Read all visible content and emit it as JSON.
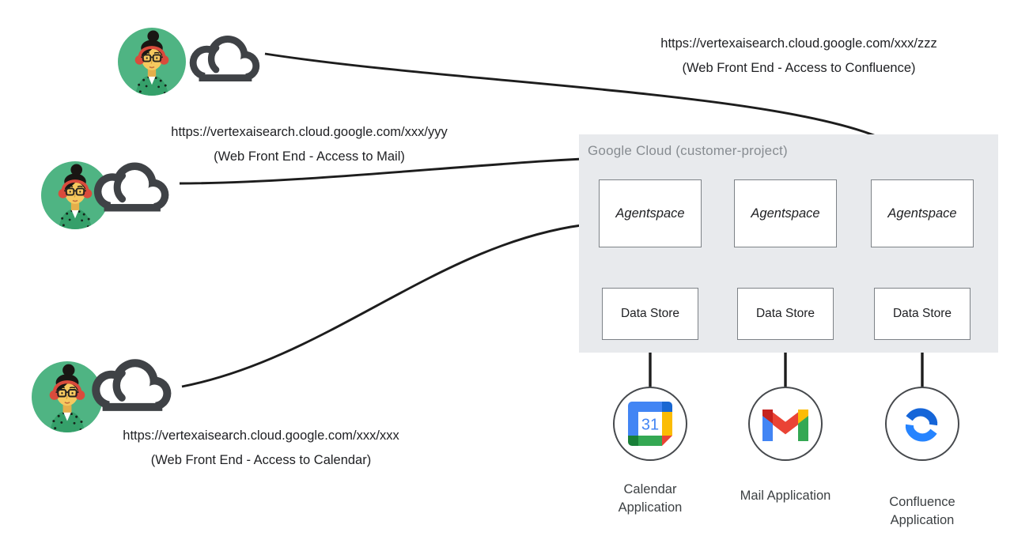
{
  "access_links": [
    {
      "id": "confluence",
      "url": "https://vertexaisearch.cloud.google.com/xxx/zzz",
      "caption": "(Web Front End - Access to Confluence)"
    },
    {
      "id": "mail",
      "url": "https://vertexaisearch.cloud.google.com/xxx/yyy",
      "caption": "(Web Front End - Access to Mail)"
    },
    {
      "id": "calendar",
      "url": "https://vertexaisearch.cloud.google.com/xxx/xxx",
      "caption": "(Web Front End - Access to Calendar)"
    }
  ],
  "cloud_container": {
    "label": "Google Cloud (customer-project)"
  },
  "columns": [
    {
      "agent_label": "Agentspace",
      "datastore_label": "Data Store",
      "app_label": "Calendar Application",
      "app_icon": "google-calendar-icon",
      "icon_text": "31"
    },
    {
      "agent_label": "Agentspace",
      "datastore_label": "Data Store",
      "app_label": "Mail Application",
      "app_icon": "gmail-icon"
    },
    {
      "agent_label": "Agentspace",
      "datastore_label": "Data Store",
      "app_label": "Confluence Application",
      "app_icon": "confluence-icon"
    }
  ],
  "icons": {
    "user": "user-avatar-icon",
    "cloud": "cloud-icon"
  },
  "colors": {
    "container_bg": "#e8eaed",
    "container_label": "#878c91",
    "avatar_green": "#4fb483",
    "headphone_red": "#d94b3c",
    "cloud_gray": "#3f4246",
    "arrow_black": "#1d1d1d",
    "google_blue": "#4285f4",
    "google_dark_blue": "#1967d2",
    "google_red": "#ea4335",
    "google_dark_red": "#c5221f",
    "google_yellow": "#fbbc04",
    "google_green": "#34a853",
    "google_dark_green": "#188038",
    "confluence_blue_dark": "#1565d8",
    "confluence_blue": "#2684ff"
  }
}
